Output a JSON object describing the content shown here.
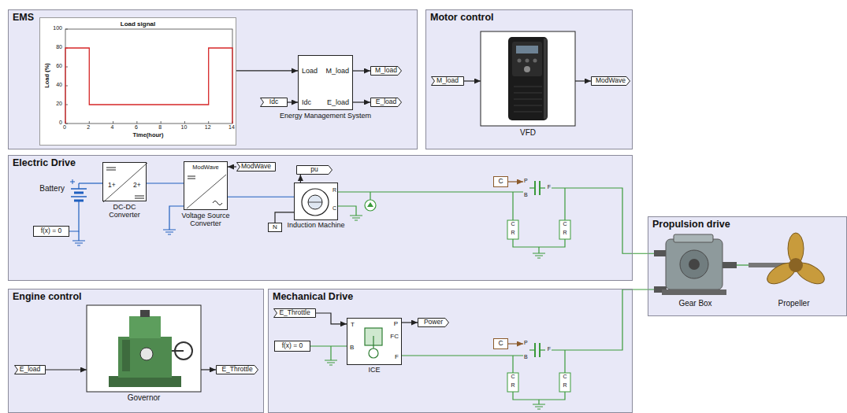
{
  "diagram": {
    "nodes": [
      {
        "text": [
          "EMS"
        ]
      },
      {
        "text": [
          "Load signal"
        ],
        "in": 0
      },
      {
        "text": [
          "Load",
          "Idc",
          "M_load",
          "E_load",
          "Energy Management System"
        ],
        "in": 0
      },
      {
        "text": [
          "Idc"
        ],
        "in": 0
      },
      {
        "text": [
          "M_load"
        ],
        "in": 0
      },
      {
        "text": [
          "E_load"
        ],
        "in": 0
      },
      {
        "text": [
          "Motor control"
        ]
      },
      {
        "text": [
          "M_load"
        ],
        "in": 6
      },
      {
        "text": [
          "VFD"
        ],
        "in": 6
      },
      {
        "text": [
          "ModWave"
        ],
        "in": 6
      },
      {
        "text": [
          "Electric Drive"
        ]
      },
      {
        "text": [
          "Battery"
        ],
        "in": 10
      },
      {
        "text": [
          "1+",
          "2+",
          "DC-DC Converter"
        ],
        "in": 10
      },
      {
        "text": [
          "ModWave",
          "Voltage Source Converter"
        ],
        "in": 10
      },
      {
        "text": [
          "ModWave"
        ],
        "in": 10
      },
      {
        "text": [
          "f(x) = 0"
        ],
        "in": 10
      },
      {
        "text": [
          "Induction Machine"
        ],
        "in": 10
      },
      {
        "text": [
          "pu"
        ],
        "in": 10
      },
      {
        "text": [
          "N"
        ],
        "in": 10
      },
      {
        "text": [
          "C"
        ],
        "in": 10
      },
      {
        "text": [
          "P",
          "B",
          "F"
        ],
        "in": 10
      },
      {
        "text": [
          "Engine control"
        ]
      },
      {
        "text": [
          "E_load"
        ],
        "in": 21
      },
      {
        "text": [
          "Governor"
        ],
        "in": 21
      },
      {
        "text": [
          "E_Throttle"
        ],
        "in": 21
      },
      {
        "text": [
          "Mechanical Drive"
        ]
      },
      {
        "text": [
          "E_Throttle"
        ],
        "in": 25
      },
      {
        "text": [
          "T",
          "P",
          "FC",
          "B",
          "F",
          "ICE"
        ],
        "in": 25
      },
      {
        "text": [
          "Power"
        ],
        "in": 25
      },
      {
        "text": [
          "f(x) = 0"
        ],
        "in": 25
      },
      {
        "text": [
          "C"
        ],
        "in": 25
      },
      {
        "text": [
          "P",
          "B",
          "F"
        ],
        "in": 25
      },
      {
        "text": [
          "Propulsion drive"
        ]
      },
      {
        "text": [
          "Gear Box"
        ],
        "in": 32
      },
      {
        "text": [
          "Propeller"
        ],
        "in": 32
      }
    ],
    "edges": [
      {
        "from": 1,
        "to": 2,
        "arrow": "to"
      },
      {
        "from": 3,
        "to": 2,
        "arrow": "to"
      },
      {
        "from": 2,
        "to": 4,
        "arrow": "to"
      },
      {
        "from": 2,
        "to": 5,
        "arrow": "to"
      },
      {
        "from": 7,
        "to": 8,
        "arrow": "to"
      },
      {
        "from": 8,
        "to": 9,
        "arrow": "to"
      },
      {
        "from": 11,
        "to": 12,
        "arrow": "none"
      },
      {
        "from": 12,
        "to": 13,
        "arrow": "none"
      },
      {
        "from": 14,
        "to": 13,
        "arrow": "to"
      },
      {
        "from": 13,
        "to": 16,
        "arrow": "none"
      },
      {
        "from": 16,
        "to": 17,
        "arrow": "to"
      },
      {
        "from": 16,
        "to": 20,
        "arrow": "none"
      },
      {
        "from": 19,
        "to": 20,
        "arrow": "to"
      },
      {
        "from": 20,
        "to": 33,
        "arrow": "none"
      },
      {
        "from": 18,
        "to": 16,
        "arrow": "none"
      },
      {
        "from": 15,
        "to": 11,
        "arrow": "none"
      },
      {
        "from": 22,
        "to": 23,
        "arrow": "to"
      },
      {
        "from": 23,
        "to": 24,
        "arrow": "to"
      },
      {
        "from": 26,
        "to": 27,
        "arrow": "to"
      },
      {
        "from": 27,
        "to": 28,
        "arrow": "to"
      },
      {
        "from": 29,
        "to": 27,
        "arrow": "none"
      },
      {
        "from": 27,
        "to": 31,
        "arrow": "none"
      },
      {
        "from": 30,
        "to": 31,
        "arrow": "to"
      },
      {
        "from": 31,
        "to": 33,
        "arrow": "none"
      },
      {
        "from": 33,
        "to": 34,
        "arrow": "none"
      }
    ],
    "labels": [
      "Load (%)",
      "0",
      "20",
      "40",
      "60",
      "80",
      "100",
      "0",
      "2",
      "4",
      "6",
      "8",
      "10",
      "12",
      "14",
      "Time(hour)",
      "R",
      "C",
      "C",
      "R",
      "C",
      "R",
      "C",
      "R",
      "C",
      "R"
    ]
  }
}
